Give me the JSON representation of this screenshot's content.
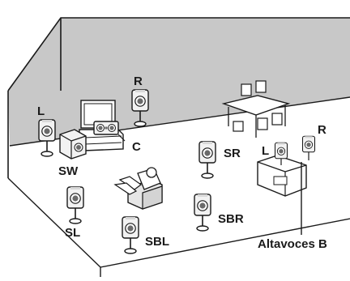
{
  "labels": {
    "front_left": "L",
    "front_right": "R",
    "center": "C",
    "subwoofer": "SW",
    "surround_left": "SL",
    "surround_right": "SR",
    "surround_back_left": "SBL",
    "surround_back_right": "SBR",
    "zone_b_left": "L",
    "zone_b_right": "R",
    "zone_b_caption": "Altavoces B"
  },
  "colors": {
    "wall_shade": "#c8c8c8",
    "line": "#1a1a1a",
    "speaker_fill": "#f2f2f2",
    "cone": "#6a6a6a",
    "furniture": "#ffffff"
  }
}
